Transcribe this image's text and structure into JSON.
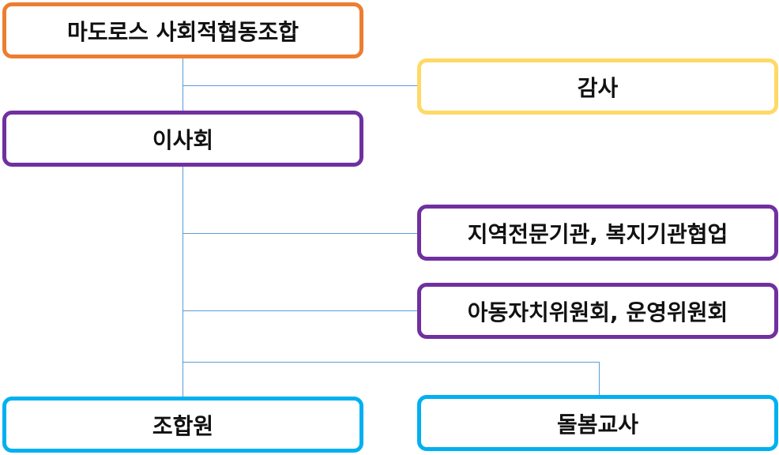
{
  "nodes": {
    "coop": {
      "label": "마도로스 사회적협동조합",
      "color": "#ed7d31"
    },
    "audit": {
      "label": "감사",
      "color": "#ffd966"
    },
    "board": {
      "label": "이사회",
      "color": "#7030a0"
    },
    "experts": {
      "label": "지역전문기관, 복지기관협업",
      "color": "#7030a0"
    },
    "committee": {
      "label": "아동자치위원회, 운영위원회",
      "color": "#7030a0"
    },
    "members": {
      "label": "조합원",
      "color": "#00b0f0"
    },
    "teachers": {
      "label": "돌봄교사",
      "color": "#00b0f0"
    }
  },
  "connector_color": "#5b9bd5"
}
